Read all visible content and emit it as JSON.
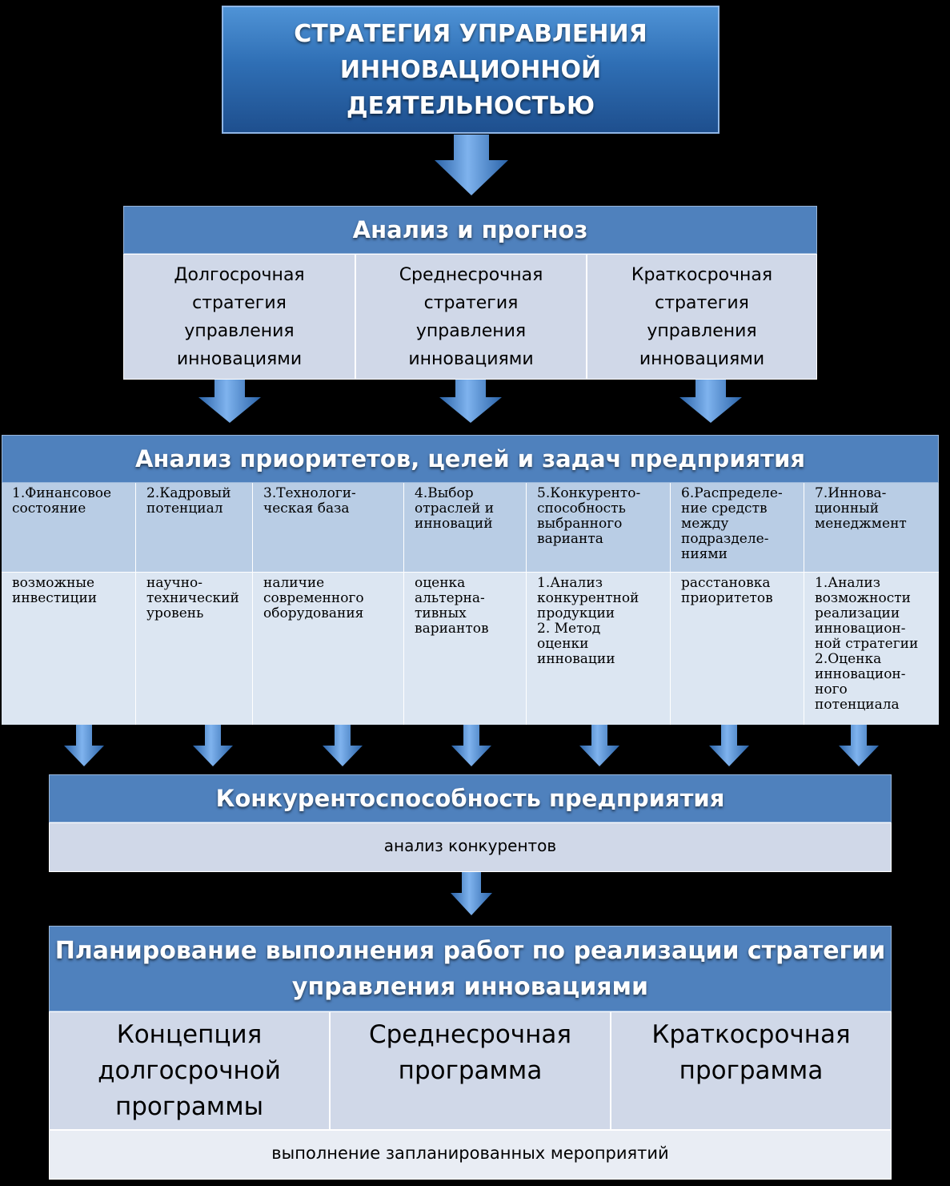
{
  "top": {
    "lines": [
      "СТРАТЕГИЯ УПРАВЛЕНИЯ",
      "ИННОВАЦИОННОЙ",
      "ДЕЯТЕЛЬНОСТЬЮ"
    ]
  },
  "analysis": {
    "title": "Анализ и прогноз",
    "columns": [
      {
        "lines": [
          "Долгосрочная",
          "стратегия",
          "управления",
          "инновациями"
        ]
      },
      {
        "lines": [
          "Среднесрочная",
          "стратегия",
          "управления",
          "инновациями"
        ]
      },
      {
        "lines": [
          "Краткосрочная",
          "стратегия",
          "управления",
          "инновациями"
        ]
      }
    ]
  },
  "priorities": {
    "title": "Анализ приоритетов, целей и задач предприятия",
    "columns": [
      {
        "head": [
          "1.Финансовое",
          "состояние"
        ],
        "body": [
          "возможные",
          "инвестиции"
        ]
      },
      {
        "head": [
          "2.Кадровый",
          "потенциал"
        ],
        "body": [
          "научно-",
          "технический",
          "уровень"
        ]
      },
      {
        "head": [
          "3.Технологи-",
          "ческая база"
        ],
        "body": [
          "наличие",
          "современного",
          "оборудования"
        ]
      },
      {
        "head": [
          "4.Выбор",
          "отраслей и",
          "инноваций"
        ],
        "body": [
          "оценка",
          "альтерна-",
          "тивных",
          "вариантов"
        ]
      },
      {
        "head": [
          "5.Конкуренто-",
          "способность",
          "выбранного",
          "варианта"
        ],
        "body": [
          "1.Анализ",
          "конкурентной",
          "продукции",
          "2. Метод",
          "оценки",
          "инновации"
        ]
      },
      {
        "head": [
          "6.Распределе-",
          "ние средств",
          "между",
          "подразделе-",
          "ниями"
        ],
        "body": [
          "расстановка",
          "приоритетов"
        ]
      },
      {
        "head": [
          "7.Иннова-",
          "ционный",
          "менеджмент"
        ],
        "body": [
          "1.Анализ",
          "возможности",
          "реализации",
          "инновацион-",
          "ной стратегии",
          "2.Оценка",
          "инновацион-",
          "ного",
          "потенциала"
        ]
      }
    ]
  },
  "competitiveness": {
    "title": "Конкурентоспособность предприятия",
    "body": "анализ конкурентов"
  },
  "planning": {
    "title_lines": [
      "Планирование выполнения работ по реализации стратегии",
      "управления инновациями"
    ],
    "columns": [
      {
        "lines": [
          "Концепция",
          "долгосрочной",
          "программы"
        ]
      },
      {
        "lines": [
          "Среднесрочная",
          "программа"
        ]
      },
      {
        "lines": [
          "Краткосрочная",
          "программа"
        ]
      }
    ],
    "footer": "выполнение запланированных мероприятий"
  },
  "colors": {
    "header_blue": "#4f81bd",
    "light_cell": "#d0d8e8",
    "arrow_blue": "#3d7cc9"
  }
}
